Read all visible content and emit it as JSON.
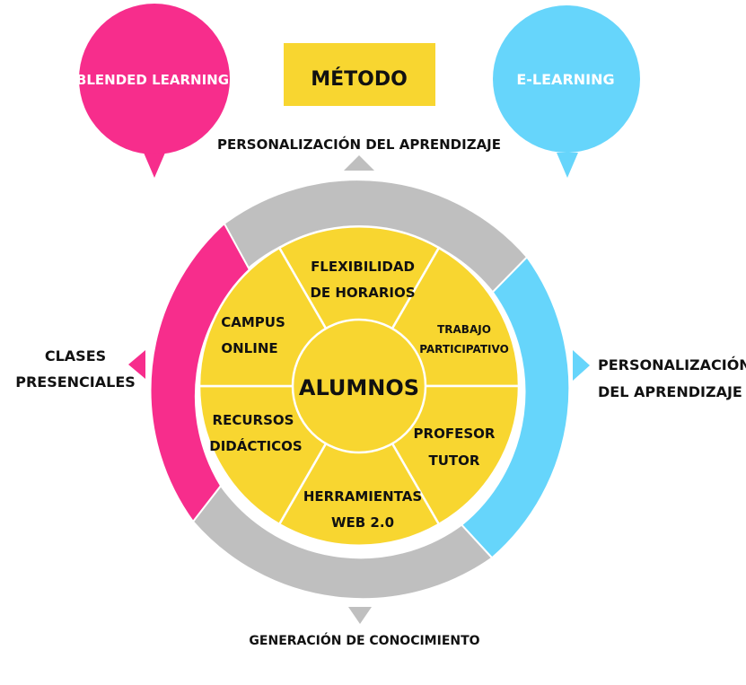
{
  "method_label": "MÉTODO",
  "blended_bubble": "BLENDED LEARNING",
  "elearning_bubble": "E-LEARNING",
  "top_label": "PERSONALIZACIÓN DEL APRENDIZAJE",
  "bottom_label": "GENERACIÓN DE CONOCIMIENTO",
  "left_label": [
    "CLASES",
    "PRESENCIALES"
  ],
  "right_label": [
    "PERSONALIZACIÓN",
    "DEL APRENDIZAJE"
  ],
  "center_label": "ALUMNOS",
  "segments": {
    "top": [
      "FLEXIBILIDAD",
      "DE HORARIOS"
    ],
    "upper_right": [
      "TRABAJO",
      "PARTICIPATIVO"
    ],
    "lower_right": [
      "PROFESOR",
      "TUTOR"
    ],
    "bottom": [
      "HERRAMIENTAS",
      "WEB 2.0"
    ],
    "lower_left": [
      "RECURSOS",
      "DIDÁCTICOS"
    ],
    "upper_left": [
      "CAMPUS",
      "ONLINE"
    ]
  },
  "colors": {
    "pink": "#f72d8c",
    "blue": "#66d5fb",
    "grey": "#bfbfbf",
    "yellow": "#f8d630"
  }
}
